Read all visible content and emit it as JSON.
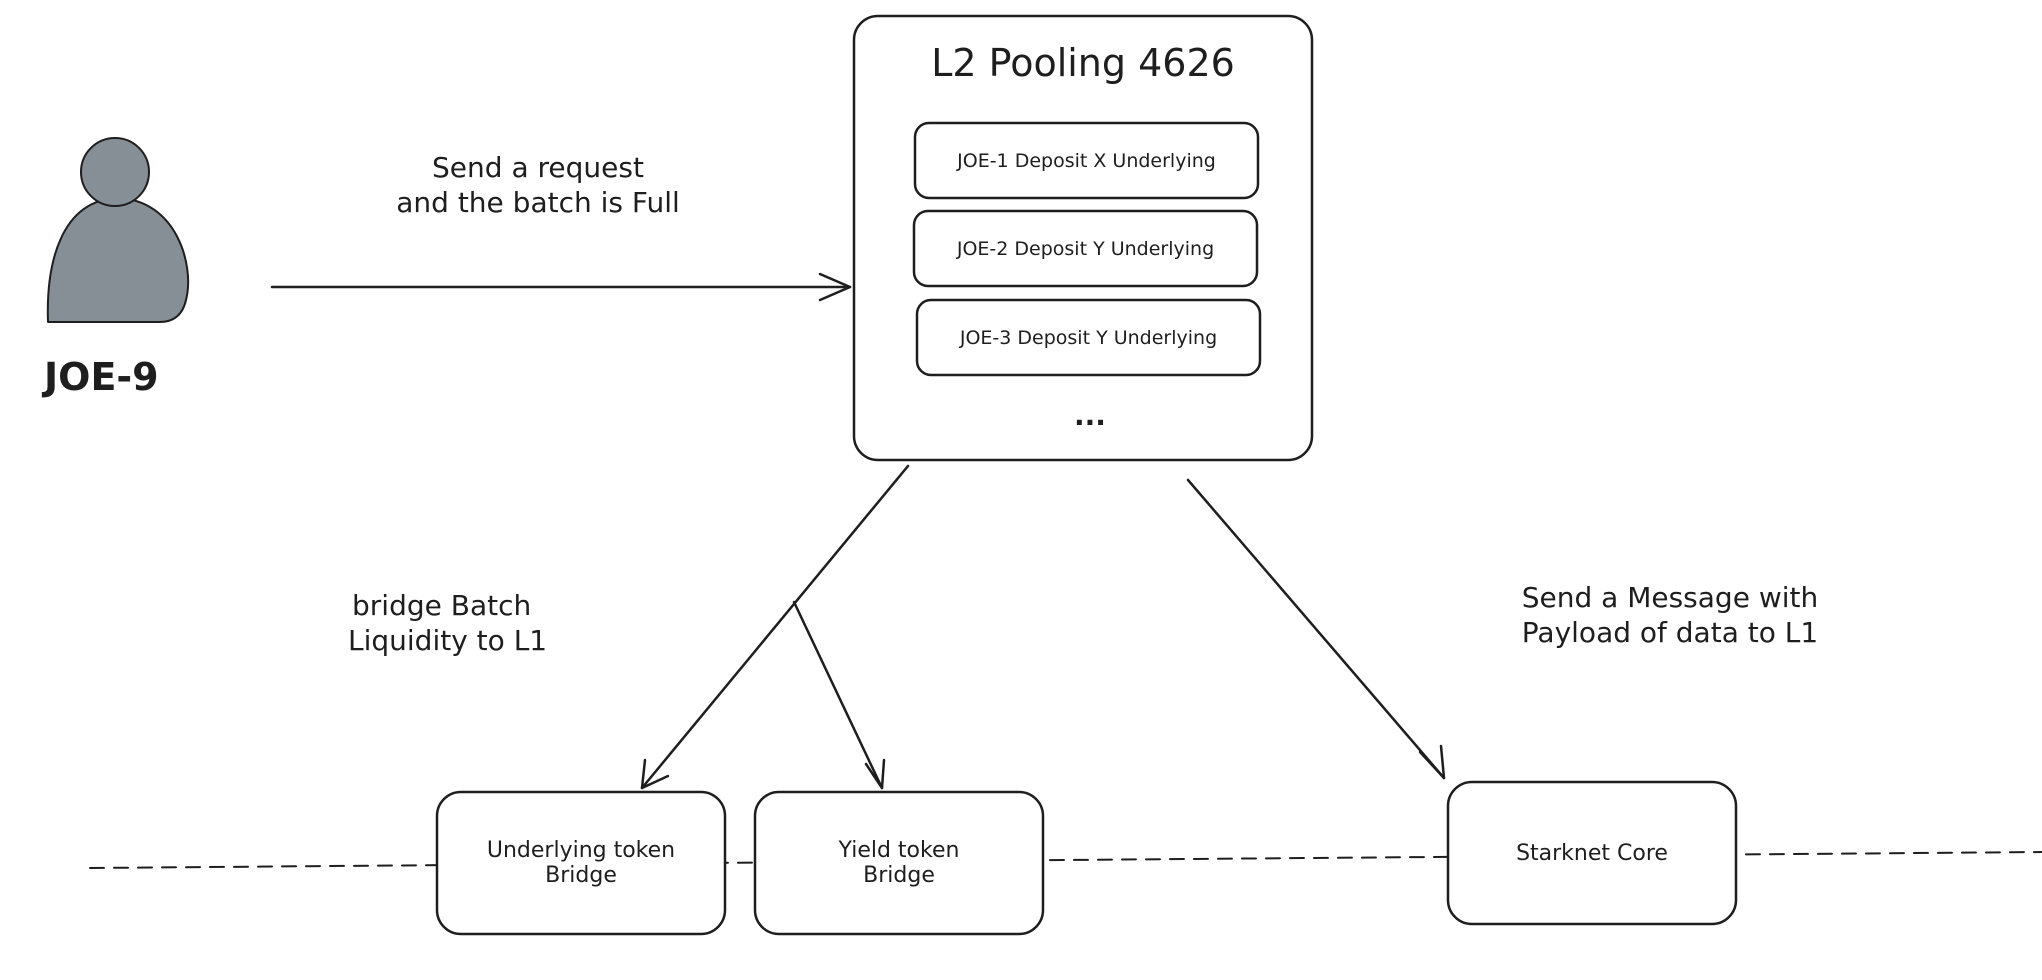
{
  "actor": {
    "name": "JOE-9",
    "icon": "person-icon",
    "fill": "#868e96"
  },
  "request_label": {
    "line1": "Send a request",
    "line2": "and the batch is Full"
  },
  "pool": {
    "title": "L2 Pooling 4626",
    "entries": [
      "JOE-1 Deposit X Underlying",
      "JOE-2 Deposit Y Underlying",
      "JOE-3 Deposit Y Underlying"
    ],
    "more": "..."
  },
  "bridge_label": {
    "line1": "bridge Batch",
    "line2": "Liquidity to L1"
  },
  "message_label": {
    "line1": "Send a Message with",
    "line2": "Payload of data to L1"
  },
  "targets": {
    "underlying": {
      "line1": "Underlying token",
      "line2": "Bridge"
    },
    "yield": {
      "line1": "Yield token",
      "line2": "Bridge"
    },
    "core": {
      "label": "Starknet Core"
    }
  },
  "colors": {
    "stroke": "#1e1e1e",
    "background": "#ffffff",
    "person": "#868e96"
  }
}
